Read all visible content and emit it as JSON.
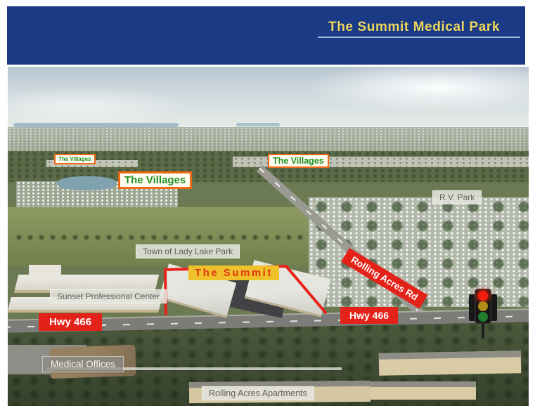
{
  "header": {
    "title": "The Summit Medical Park",
    "colors": {
      "banner_bg": "#1B3A86",
      "title_text": "#EDD75B",
      "underline": "#9FB6DC"
    }
  },
  "photo": {
    "labels": {
      "villages_small": "The Villages",
      "villages_large": "The Villages",
      "villages_mid": "The Villages",
      "rv_park": "R.V. Park",
      "lady_lake_park": "Town of Lady Lake Park",
      "rolling_acres_rd": "Rolling Acres Rd",
      "the_summit": "The Summit",
      "sunset_center": "Sunset Professional Center",
      "hwy466_left": "Hwy 466",
      "hwy466_right": "Hwy 466",
      "medical_offices": "Medical Offices",
      "rolling_acres_apartments": "Rolling Acres Apartments"
    },
    "colors": {
      "villages_text": "#1F9020",
      "villages_border": "#EE6A14",
      "road_label_bg": "#E3221A",
      "road_label_text": "#FFFFFF",
      "summit_label_bg": "#EFC22C",
      "summit_label_text": "#E23512",
      "summit_outline": "#E8221A",
      "area_label_bg": "#E4E4DC",
      "area_label_text": "#5F5F5B",
      "medical_label_text": "#F4F4F0"
    },
    "icons": {
      "traffic_light": {
        "red": "#F51D0D",
        "yellow": "#AD8C1A",
        "green": "#237B2F"
      }
    }
  }
}
